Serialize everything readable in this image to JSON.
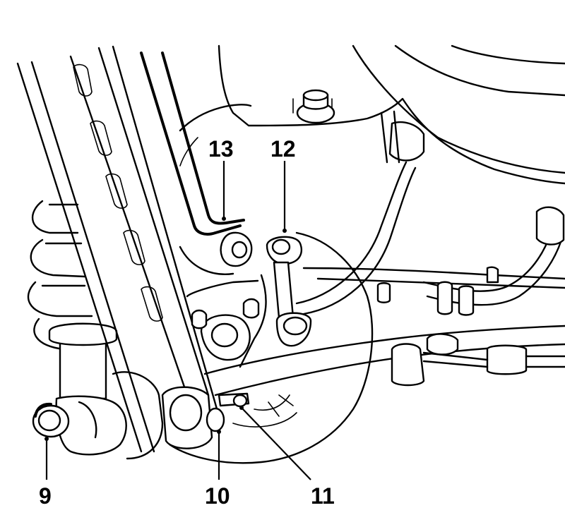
{
  "callouts": [
    {
      "id": "callout-9",
      "label": "9"
    },
    {
      "id": "callout-10",
      "label": "10"
    },
    {
      "id": "callout-11",
      "label": "11"
    },
    {
      "id": "callout-12",
      "label": "12"
    },
    {
      "id": "callout-13",
      "label": "13"
    }
  ]
}
